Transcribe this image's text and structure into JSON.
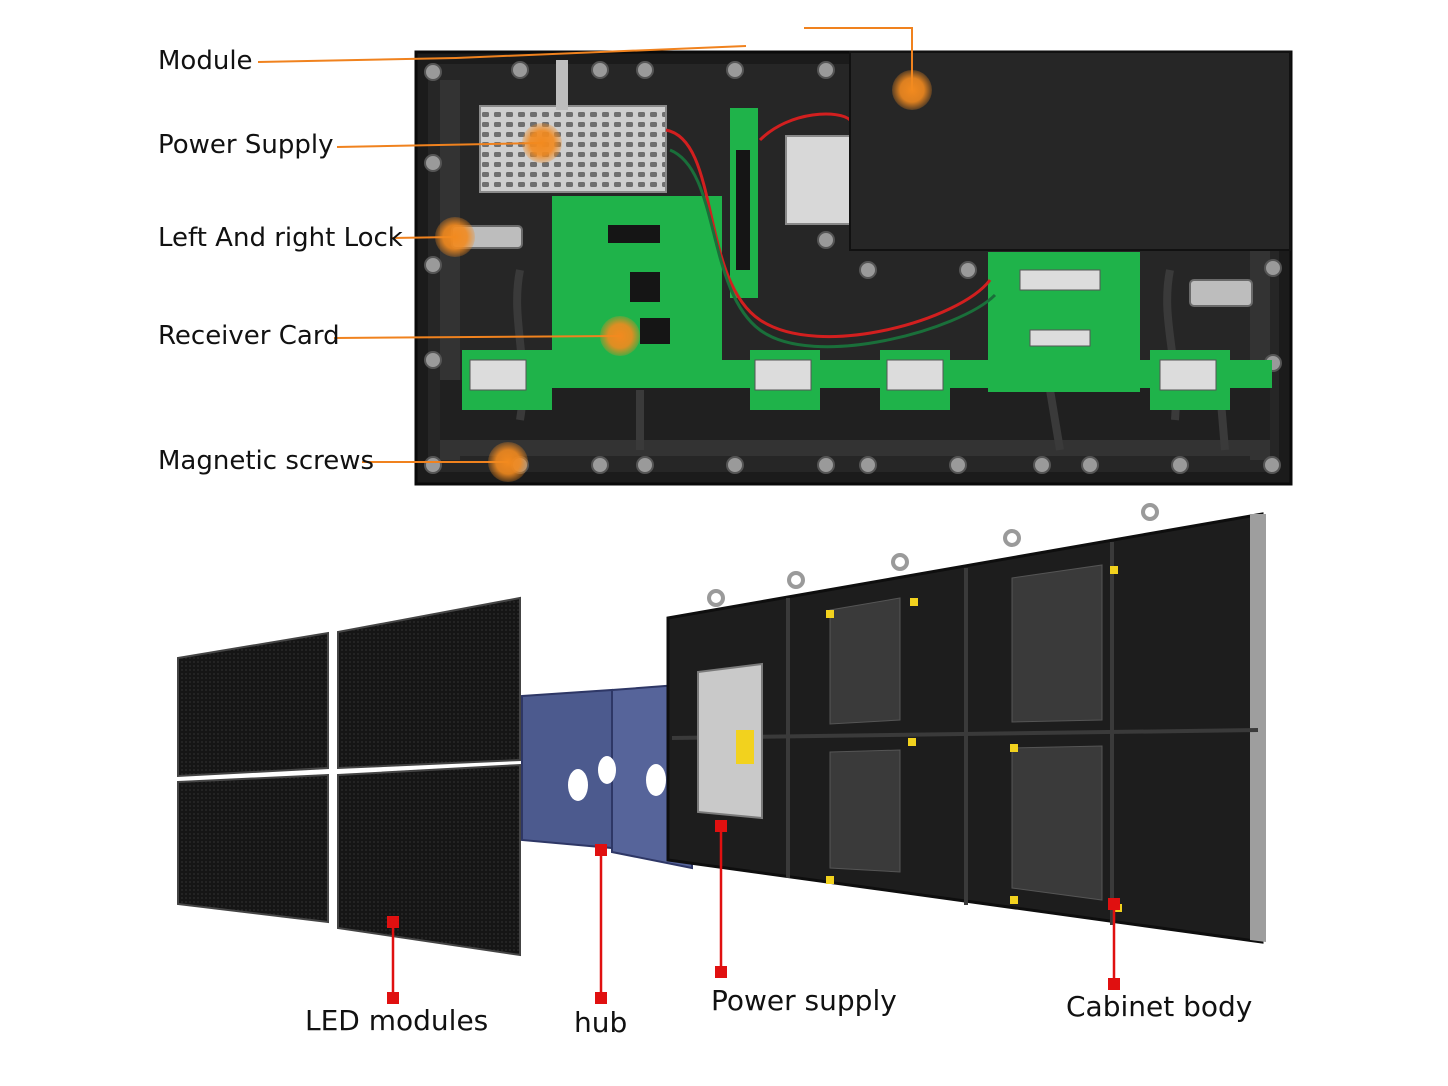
{
  "colors": {
    "callout_orange": "#f0821e",
    "callout_red": "#e01010",
    "pcb_green": "#1fb34a",
    "cabinet_black": "#1d1d1d",
    "cover_black": "#262626",
    "hub_blue": "#4c5a8e",
    "psu_silver": "#c9c9c9"
  },
  "top_panel": {
    "callouts": [
      {
        "key": "module",
        "label": "Module"
      },
      {
        "key": "power_supply",
        "label": "Power Supply"
      },
      {
        "key": "lock",
        "label": "Left And right Lock"
      },
      {
        "key": "receiver",
        "label": "Receiver Card"
      },
      {
        "key": "screws",
        "label": "Magnetic screws"
      }
    ]
  },
  "bottom_panel": {
    "callouts": [
      {
        "key": "led_modules",
        "label": "LED modules"
      },
      {
        "key": "hub",
        "label": "hub"
      },
      {
        "key": "power_supply",
        "label": "Power supply"
      },
      {
        "key": "cabinet_body",
        "label": "Cabinet body"
      }
    ]
  }
}
